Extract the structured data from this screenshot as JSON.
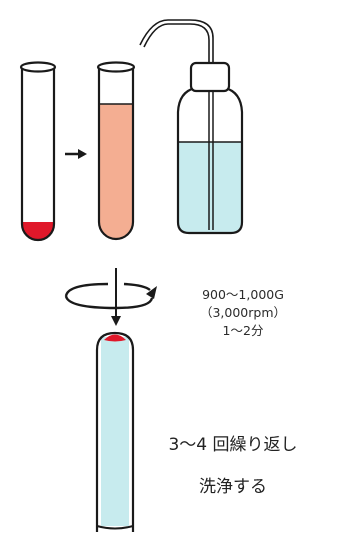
{
  "colors": {
    "blood": "#e0182a",
    "wash_suspension": "#f4ae92",
    "saline": "#c7ebee",
    "outline": "#1a1a1a"
  },
  "centrifuge_conditions": {
    "force": "900～1,000G",
    "speed": "（3,000rpm）",
    "time": "1～2分"
  },
  "repeat_note": {
    "line1": "3～4 回繰り返し",
    "line2": "洗浄する"
  }
}
